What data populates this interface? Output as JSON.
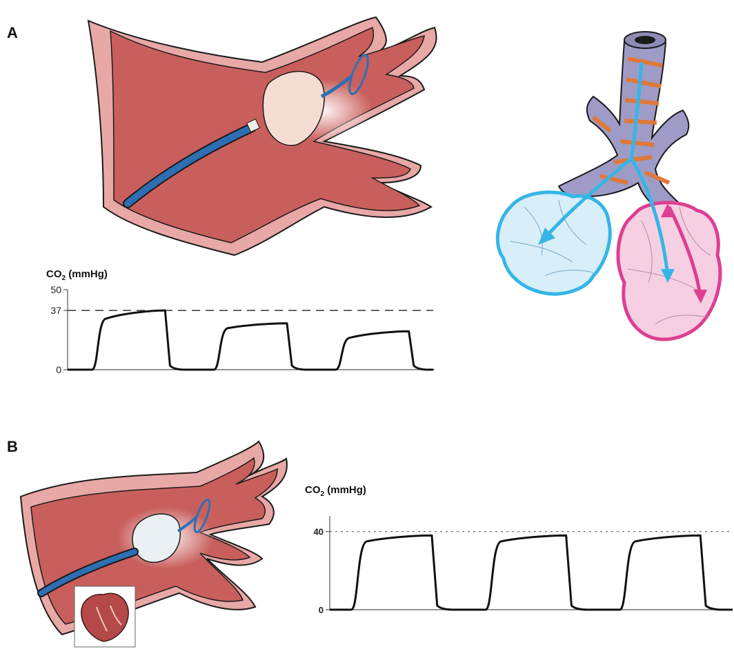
{
  "panels": {
    "a": {
      "label": "A"
    },
    "b": {
      "label": "B"
    }
  },
  "chart_data": [
    {
      "type": "line",
      "panel": "A",
      "ylabel_main": "CO",
      "ylabel_sub": "2",
      "ylabel_unit": " (mmHg)",
      "yticks": [
        "50",
        "37",
        "0"
      ],
      "ytick_values": [
        50,
        37,
        0
      ],
      "ylim": [
        0,
        50
      ],
      "reference_line": 37,
      "reference_style": "dashed",
      "cycles": [
        {
          "plateau_start": 32,
          "plateau_end": 37
        },
        {
          "plateau_start": 26,
          "plateau_end": 29
        },
        {
          "plateau_start": 20,
          "plateau_end": 24
        }
      ]
    },
    {
      "type": "line",
      "panel": "B",
      "ylabel_main": "CO",
      "ylabel_sub": "2",
      "ylabel_unit": " (mmHg)",
      "yticks": [
        "40",
        "0"
      ],
      "ytick_values": [
        40,
        0
      ],
      "ylim": [
        0,
        48
      ],
      "reference_line": 40,
      "reference_style": "dotted",
      "cycles": [
        {
          "plateau_start": 35,
          "plateau_end": 38
        },
        {
          "plateau_start": 35,
          "plateau_end": 38
        },
        {
          "plateau_start": 35,
          "plateau_end": 38
        }
      ]
    }
  ],
  "colors": {
    "vessel": "#c9605e",
    "vessel_wall": "#e7a7a5",
    "catheter": "#2e6fb4",
    "balloon": "#f6dcd2",
    "airway": "#9e9cc6",
    "airway_bands": "#e0783a",
    "lung_blue": "#35b6e6",
    "lung_pink": "#dd3f92",
    "trace": "#111111"
  }
}
